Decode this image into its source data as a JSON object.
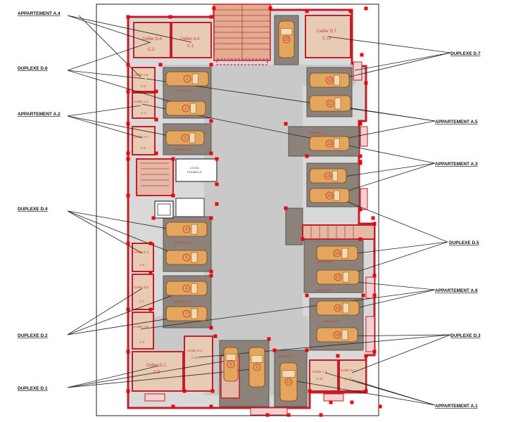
{
  "colors": {
    "wall": "#c21f2a",
    "cellar": "#e8cbb4",
    "bay": "#8c8279",
    "floor": "#c9c9c9",
    "car": "#e6a55c",
    "marker": "#ee0000",
    "stair": "#e5b9a8"
  },
  "callouts": {
    "appartement_a4": "APPARTEMENT A.4",
    "duplexe_d6": "DUPLEXE D.6",
    "appartement_a2": "APPARTEMENT A.2",
    "duplexe_d4": "DUPLEXE D.4",
    "duplexe_d2": "DUPLEXE D.2",
    "duplexe_d1": "DUPLEXE D.1",
    "duplexe_d7": "DUPLEXE D.7",
    "appartement_a5": "APPARTEMENT A.5",
    "appartement_a3": "APPARTEMENT A.3",
    "duplexe_d5": "DUPLEXE D.5",
    "appartement_a6": "APPARTEMENT A.6",
    "duplexe_d3": "DUPLEXE D.3",
    "appartement_a1": "APPARTEMENT A.1"
  },
  "cellars": {
    "d6": {
      "name": "Cellier D.6",
      "code": "C.2"
    },
    "a4": {
      "name": "Cellier A.4",
      "code": "C.1"
    },
    "d7": {
      "name": "Cellier D.7",
      "code": "C.13"
    },
    "a5": {
      "name": "Cellier A.5",
      "code": "C.3"
    },
    "a3": {
      "name": "Cellier A.3",
      "code": "C.4"
    },
    "a2": {
      "name": "Cellier A.2",
      "code": "C.5"
    },
    "d4": {
      "name": "Cellier D.4",
      "code": "C.6"
    },
    "d5": {
      "name": "Cellier D.5",
      "code": "C.7"
    },
    "a6": {
      "name": "Cellier A.6",
      "code": "C.8"
    },
    "d2": {
      "name": "Cellier D.2",
      "code": "C.9"
    },
    "d3": {
      "name": "Cellier D.3",
      "code": "C.10"
    },
    "a1": {
      "name": "Cellier A.1",
      "code": "C.11"
    },
    "d1": {
      "name": "Cellier D.1",
      "code": "C.12"
    }
  },
  "parkings": {
    "a7": "parking A.7",
    "a5": "parking A.5",
    "a2": "parking A.2",
    "d4": "parking D.4",
    "d2": "parking D.2",
    "d5": "parking D.5",
    "a6": "parking A.6",
    "d3": "parking D.3",
    "a1": "parking A.1"
  },
  "local_poubelle": {
    "line1": "LOCAL",
    "line2": "POUBELLE"
  },
  "spot_numbers": [
    "1",
    "2",
    "3",
    "4",
    "5",
    "6",
    "7",
    "8",
    "9",
    "10",
    "11",
    "12",
    "13",
    "14",
    "15",
    "16",
    "17",
    "18",
    "19",
    "20"
  ]
}
